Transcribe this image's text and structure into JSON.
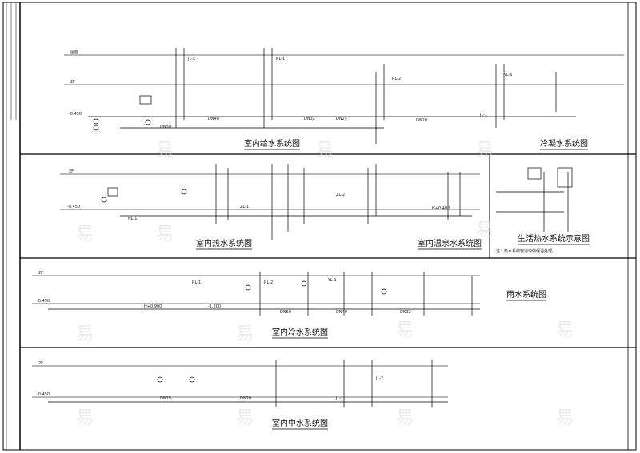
{
  "drawing": {
    "sections": [
      {
        "title": "室内给水系统图",
        "levels": [
          "屋面",
          "2F",
          "-0.450"
        ]
      },
      {
        "title": "冷凝水系统图"
      },
      {
        "title": "室内热水系统图",
        "levels": [
          "2F",
          "-0.450"
        ]
      },
      {
        "title": "室内温泉水系统图"
      },
      {
        "title": "生活热水系统示意图",
        "note": "注：热水系统管道均做保温处理。"
      },
      {
        "title": "室内冷水系统图",
        "levels": [
          "2F",
          "-0.450"
        ]
      },
      {
        "title": "雨水系统图"
      },
      {
        "title": "室内中水系统图",
        "levels": [
          "2F",
          "-0.450"
        ]
      }
    ],
    "pipe_labels": [
      "DN50",
      "DN40",
      "DN32",
      "DN25",
      "DN20",
      "JL-1",
      "JL-2",
      "RL-1",
      "RL-2",
      "YL-1",
      "NL-1",
      "ZL-1",
      "ZL-2",
      "H+0.400",
      "H+0.900",
      "-1.200"
    ],
    "watermark": "易"
  }
}
